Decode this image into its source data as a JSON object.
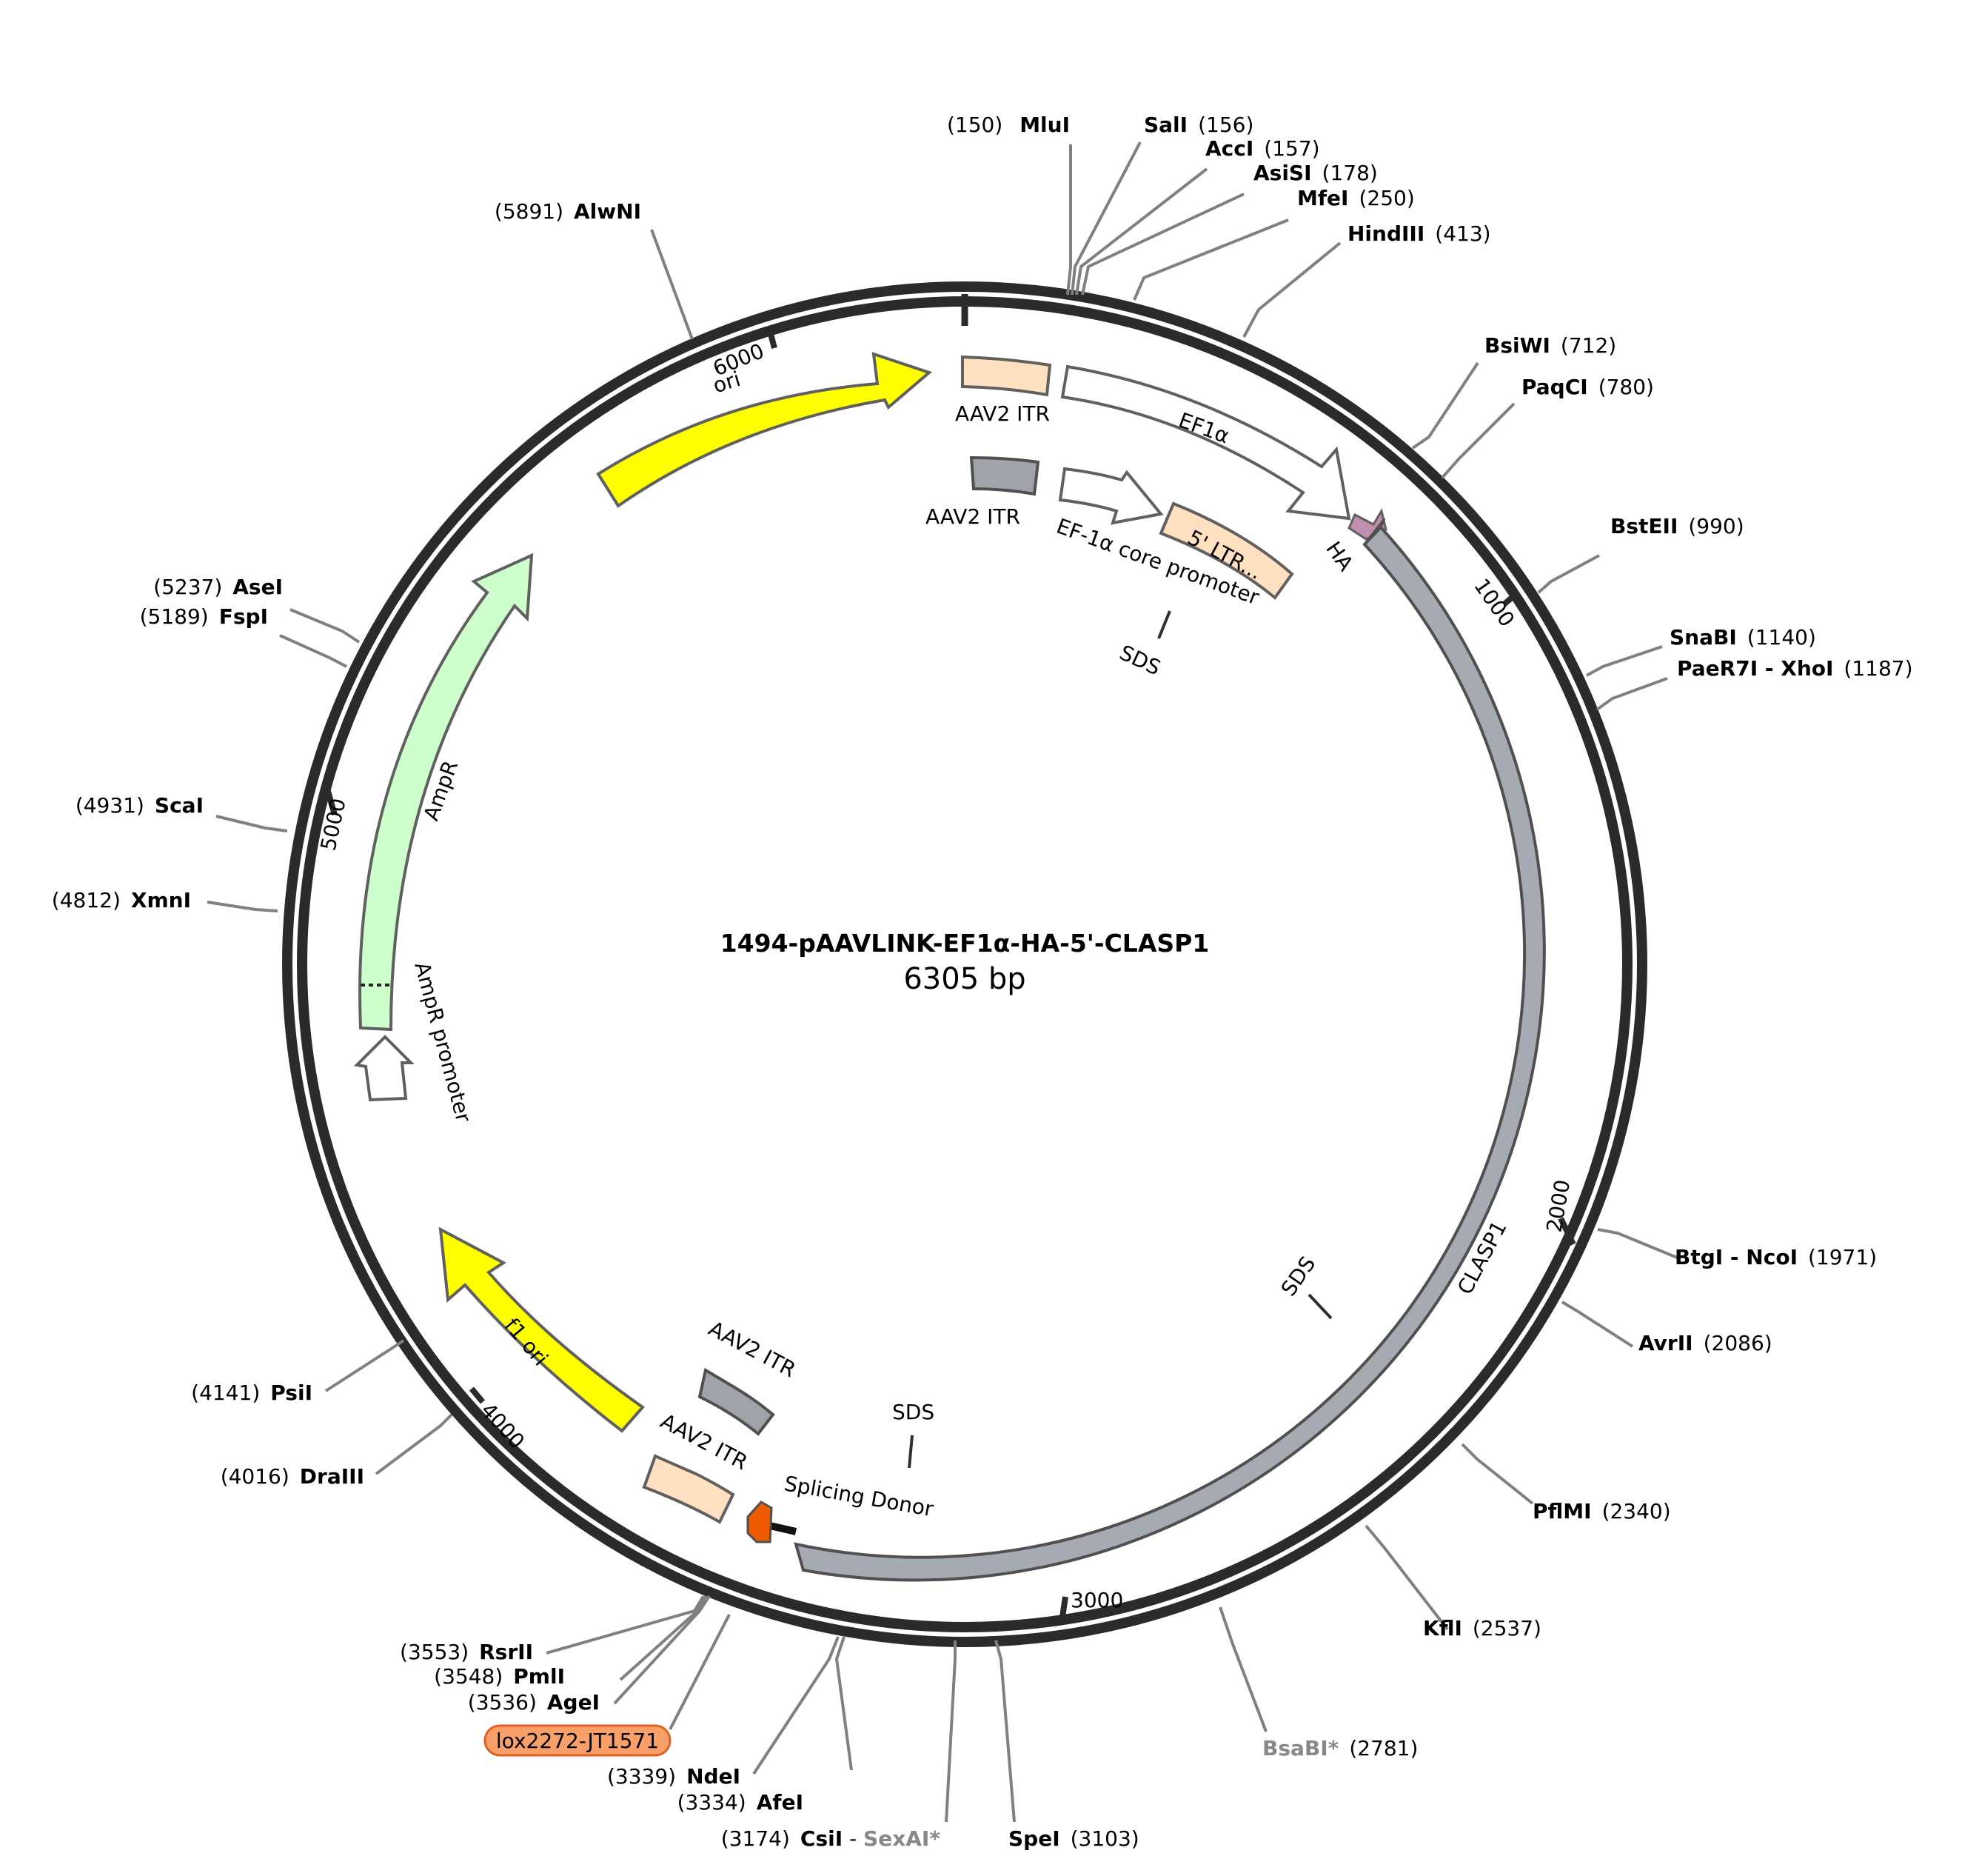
{
  "plasmid": {
    "name": "1494-pAAVLINK-EF1α-HA-5'-CLASP1",
    "size_label": "6305 bp",
    "length": 6305
  },
  "colors": {
    "backbone": "#2b2b2b",
    "leader": "#808080",
    "ori": "#ffff00",
    "ampr": "#ccffcc",
    "itr_peach": "#ffe0c0",
    "itr_grey": "#a0a4aa",
    "clasp1": "#a6abb3",
    "ha": "#c08fb0",
    "orange": "#f05a00",
    "lox_fill": "#f9a06a",
    "lox_stroke": "#e06020"
  },
  "ticks": [
    "1000",
    "2000",
    "3000",
    "4000",
    "5000",
    "6000"
  ],
  "enzymes": [
    {
      "id": "mlui",
      "pos": 150,
      "name": "MluI",
      "num": "(150)"
    },
    {
      "id": "sali",
      "pos": 156,
      "name": "SalI",
      "num": "(156)"
    },
    {
      "id": "acci",
      "pos": 157,
      "name": "AccI",
      "num": "(157)"
    },
    {
      "id": "asisi",
      "pos": 178,
      "name": "AsiSI",
      "num": "(178)"
    },
    {
      "id": "mfei",
      "pos": 250,
      "name": "MfeI",
      "num": "(250)"
    },
    {
      "id": "hindiii",
      "pos": 413,
      "name": "HindIII",
      "num": "(413)"
    },
    {
      "id": "bsiwi",
      "pos": 712,
      "name": "BsiWI",
      "num": "(712)"
    },
    {
      "id": "paqci",
      "pos": 780,
      "name": "PaqCI",
      "num": "(780)"
    },
    {
      "id": "bsteii",
      "pos": 990,
      "name": "BstEII",
      "num": "(990)"
    },
    {
      "id": "snabi",
      "pos": 1140,
      "name": "SnaBI",
      "num": "(1140)"
    },
    {
      "id": "paer7i",
      "pos": 1187,
      "name": "PaeR7I - XhoI",
      "num": "(1187)"
    },
    {
      "id": "btgi",
      "pos": 1971,
      "name": "BtgI - NcoI",
      "num": "(1971)"
    },
    {
      "id": "avrii",
      "pos": 2086,
      "name": "AvrII",
      "num": "(2086)"
    },
    {
      "id": "pflmi",
      "pos": 2340,
      "name": "PflMI",
      "num": "(2340)"
    },
    {
      "id": "kfli",
      "pos": 2537,
      "name": "KflI",
      "num": "(2537)"
    },
    {
      "id": "bsabi",
      "pos": 2781,
      "name": "BsaBI*",
      "num": "(2781)"
    },
    {
      "id": "spei",
      "pos": 3103,
      "name": "SpeI",
      "num": "(3103)"
    },
    {
      "id": "csii",
      "pos": 3174,
      "name": "CsiI",
      "name2": "SexAI*",
      "num": "(3174)"
    },
    {
      "id": "afei",
      "pos": 3334,
      "name": "AfeI",
      "num": "(3334)"
    },
    {
      "id": "ndei",
      "pos": 3339,
      "name": "NdeI",
      "num": "(3339)"
    },
    {
      "id": "agei",
      "pos": 3536,
      "name": "AgeI",
      "num": "(3536)"
    },
    {
      "id": "pmli",
      "pos": 3548,
      "name": "PmlI",
      "num": "(3548)"
    },
    {
      "id": "rsrii",
      "pos": 3553,
      "name": "RsrII",
      "num": "(3553)"
    },
    {
      "id": "drai",
      "pos": 4016,
      "name": "DraIII",
      "num": "(4016)"
    },
    {
      "id": "psii",
      "pos": 4141,
      "name": "PsiI",
      "num": "(4141)"
    },
    {
      "id": "xmni",
      "pos": 4812,
      "name": "XmnI",
      "num": "(4812)"
    },
    {
      "id": "scai",
      "pos": 4931,
      "name": "ScaI",
      "num": "(4931)"
    },
    {
      "id": "fspi",
      "pos": 5189,
      "name": "FspI",
      "num": "(5189)"
    },
    {
      "id": "asei",
      "pos": 5237,
      "name": "AseI",
      "num": "(5237)"
    },
    {
      "id": "alwni",
      "pos": 5891,
      "name": "AlwNI",
      "num": "(5891)"
    }
  ],
  "features": {
    "ori": "ori",
    "itr1": "AAV2 ITR",
    "ef1a": "EF1α",
    "itr2": "AAV2 ITR",
    "ef1a_core": "EF-1α core promoter",
    "ltr": "5' LTR...",
    "sds1": "SDS",
    "ha": "HA",
    "clasp1": "CLASP1",
    "sds2": "SDS",
    "sds3": "SDS",
    "splicing_donor": "Splicing Donor",
    "itr3": "AAV2 ITR",
    "itr4": "AAV2 ITR",
    "f1ori": "f1 ori",
    "ampr": "AmpR",
    "ampr_promoter": "AmpR promoter",
    "lox": "lox2272-JT1571"
  }
}
